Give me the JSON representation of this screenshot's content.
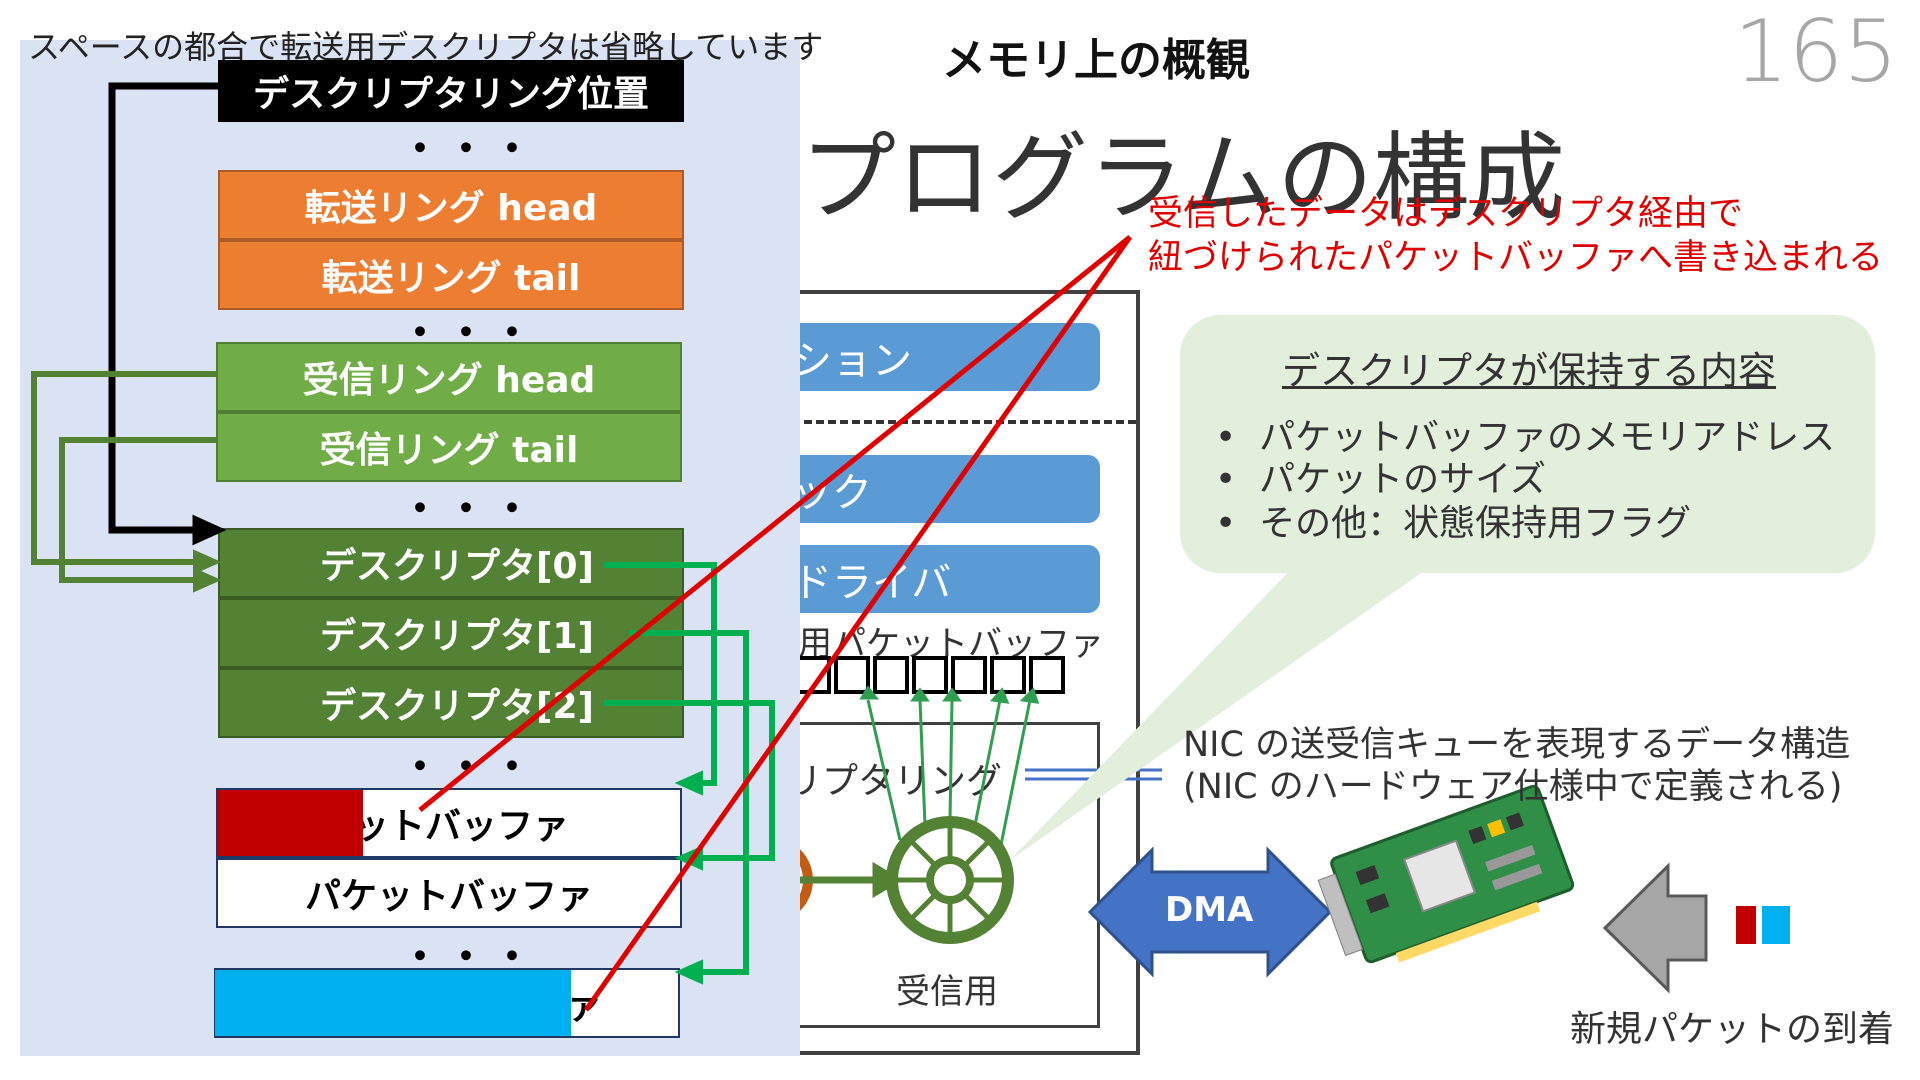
{
  "page_number": "165",
  "main_title": "プログラムの構成",
  "note": "スペースの都合で転送用デスクリプタは省略しています",
  "overlay_title": "メモリ上の概観",
  "program_diagram": {
    "bar_application": "ション",
    "bar_stack": "ック",
    "bar_driver": "ドライバ",
    "buffer_caption": "用パケットバッファ",
    "ring_caption": "リプタリング",
    "rx_label": "受信用",
    "dma_label": "DMA"
  },
  "memory": {
    "descriptor_ring_position": "デスクリプタリング位置",
    "dots": "・・・",
    "tx_head": "転送リング head",
    "tx_tail": "転送リング tail",
    "rx_head": "受信リング head",
    "rx_tail": "受信リング tail",
    "descriptors": [
      "デスクリプタ[0]",
      "デスクリプタ[1]",
      "デスクリプタ[2]"
    ],
    "packet_buffer_partial": "ットバッファ",
    "packet_buffer": "パケットバッファ",
    "packet_buffer_last": "ァ"
  },
  "red_note": {
    "line1": "受信したデータはデスクリプタ経由で",
    "line2": "紐づけられたパケットバッファへ書き込まれる"
  },
  "callout": {
    "title": "デスクリプタが保持する内容",
    "items": [
      "パケットバッファのメモリアドレス",
      "パケットのサイズ",
      "その他：状態保持用フラグ"
    ]
  },
  "struct_desc": {
    "line1": "NIC の送受信キューを表現するデータ構造",
    "line2": "(NIC のハードウェア仕様中で定義される)"
  },
  "arrival_label": "新規パケットの到着",
  "colors": {
    "orange": "#ed7d31",
    "light_green": "#70ad47",
    "dark_green": "#548235",
    "bar_blue": "#5b9bd5",
    "red": "#e00000",
    "dma_blue": "#4472c4",
    "packet_red": "#c00000",
    "packet_cyan": "#00b0f0"
  }
}
